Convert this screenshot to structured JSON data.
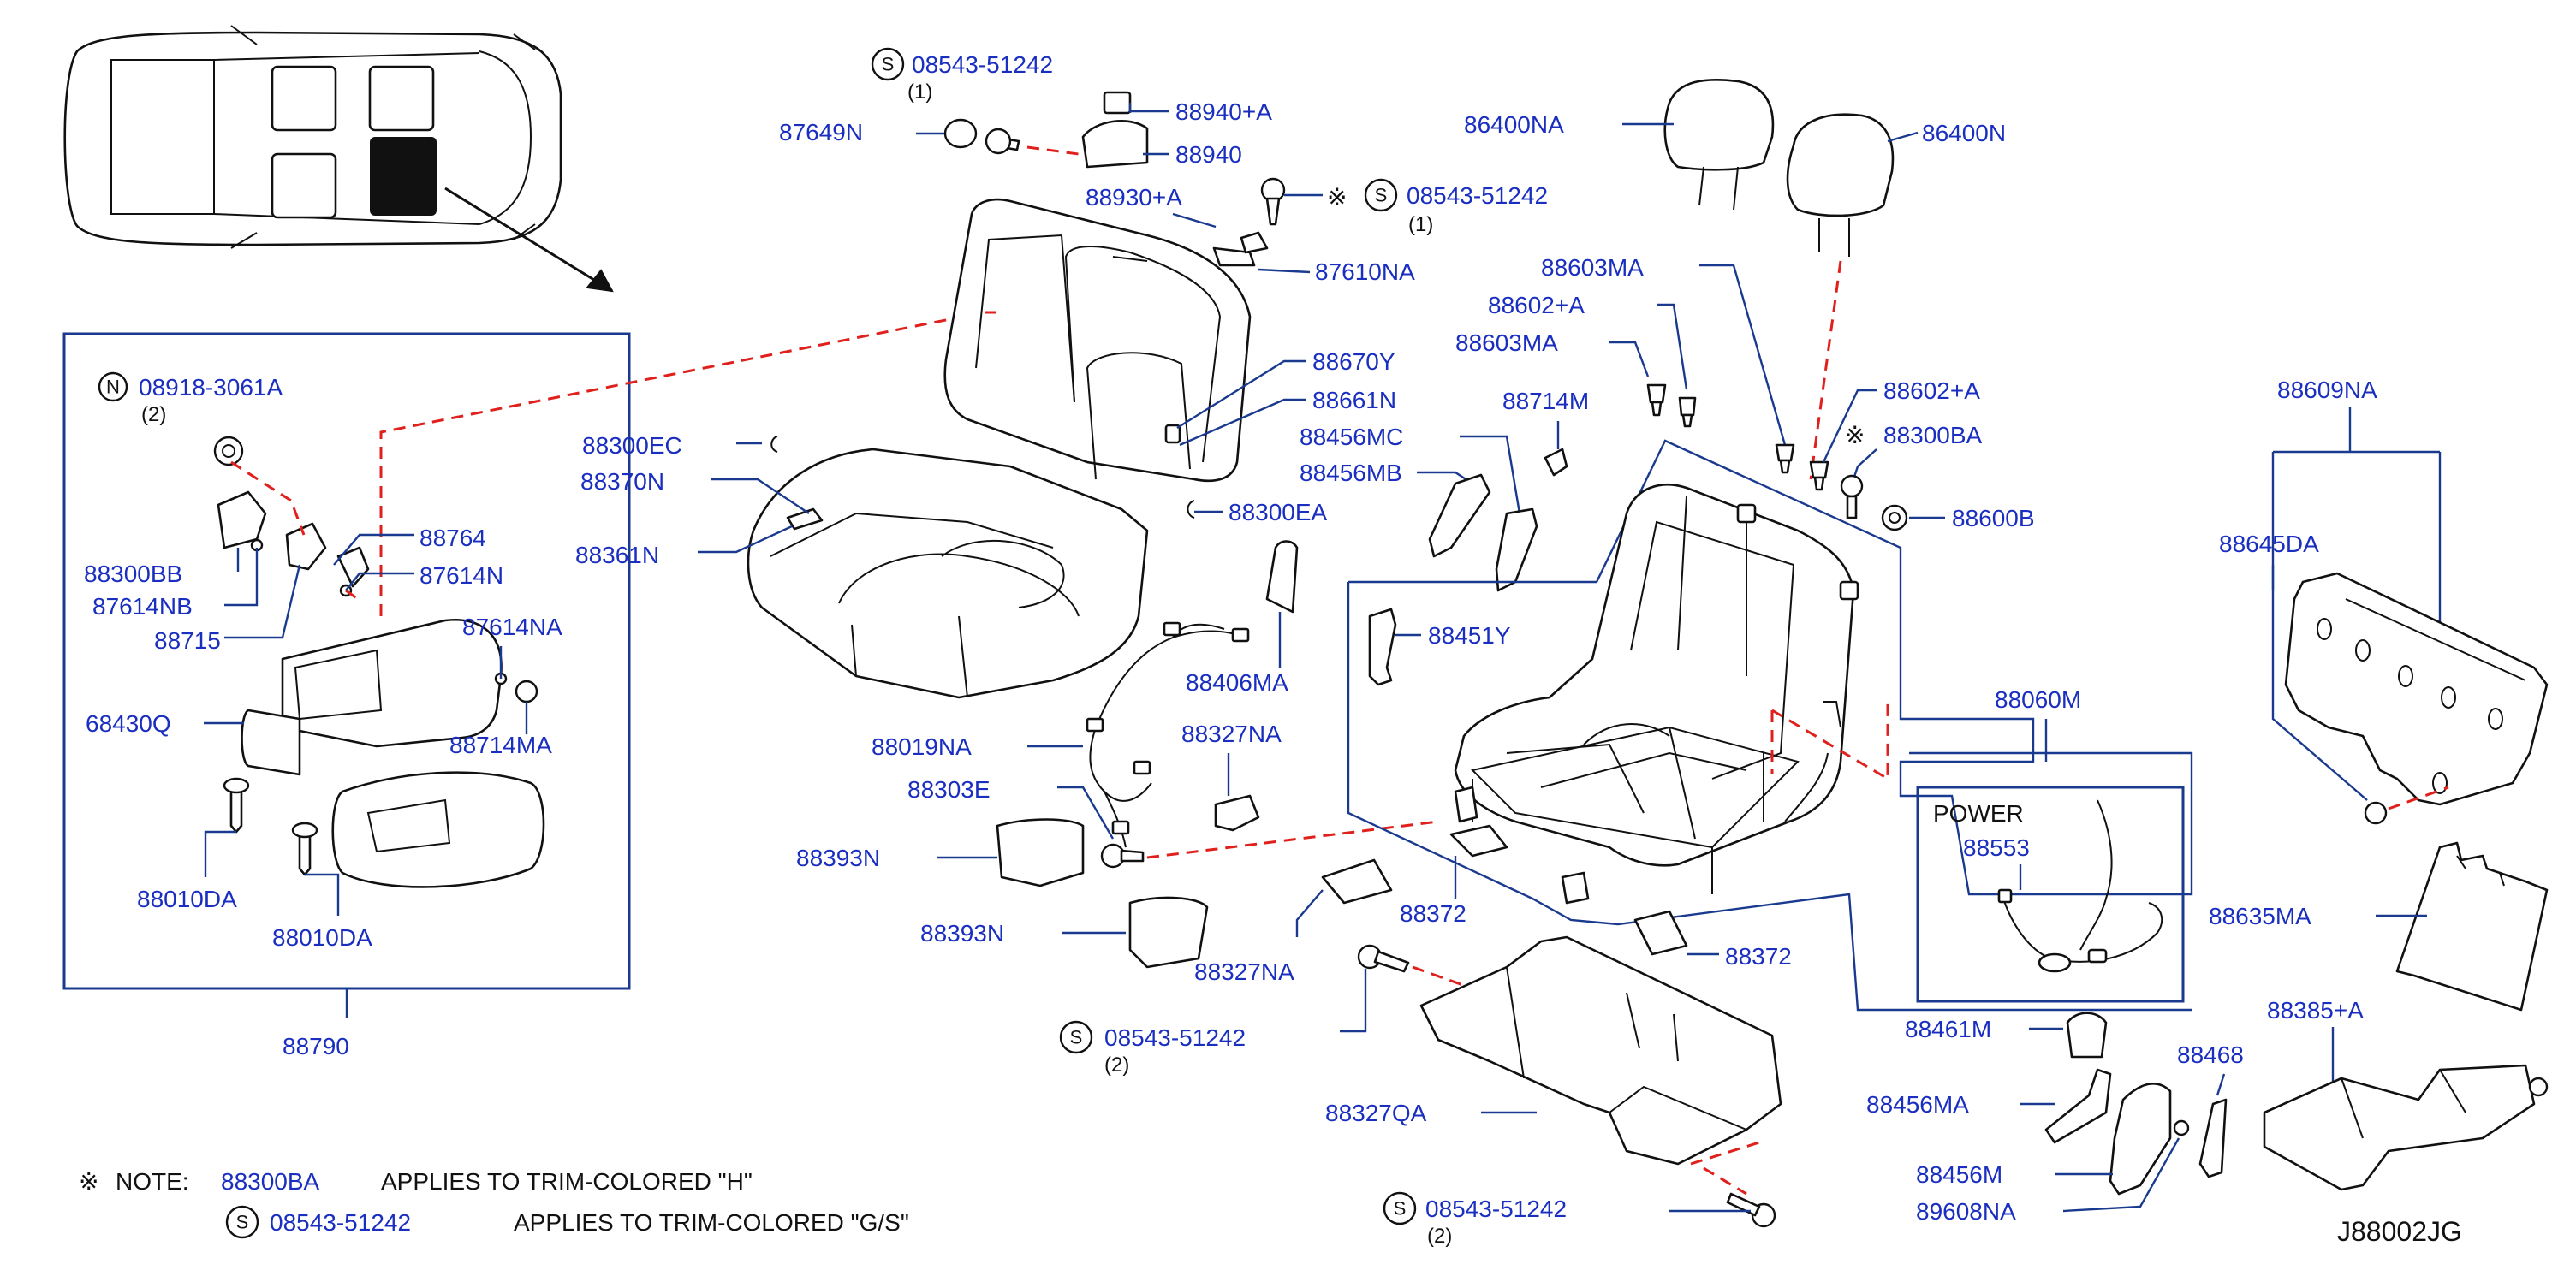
{
  "labels": {
    "l08543_top": "08543-51242",
    "l08543_top_qty": "(1)",
    "l87649N": "87649N",
    "l88940A": "88940+A",
    "l88940": "88940",
    "l88930A": "88930+A",
    "l08543_mid": "08543-51242",
    "l08543_mid_qty": "(1)",
    "l87610NA": "87610NA",
    "l86400NA": "86400NA",
    "l86400N": "86400N",
    "l88603MA_a": "88603MA",
    "l88602A_a": "88602+A",
    "l88603MA_b": "88603MA",
    "l88714M": "88714M",
    "l88602A_b": "88602+A",
    "l88300BA": "88300BA",
    "l88456MC": "88456MC",
    "l88456MB": "88456MB",
    "l88600B": "88600B",
    "l88609NA": "88609NA",
    "l88645DA": "88645DA",
    "l88670Y": "88670Y",
    "l88661N": "88661N",
    "l88300EC": "88300EC",
    "l88370N": "88370N",
    "l88361N": "88361N",
    "l88300EA": "88300EA",
    "l08918": "08918-3061A",
    "l08918_qty": "(2)",
    "l88300BB": "88300BB",
    "l87614NB": "87614NB",
    "l88715": "88715",
    "l88764": "88764",
    "l87614N": "87614N",
    "l87614NA": "87614NA",
    "l88714MA": "88714MA",
    "l68430Q": "68430Q",
    "l88010DA_a": "88010DA",
    "l88010DA_b": "88010DA",
    "l88790": "88790",
    "l88451Y": "88451Y",
    "l88406MA": "88406MA",
    "l88019NA": "88019NA",
    "l88327NA_a": "88327NA",
    "l88303E": "88303E",
    "l88393N_a": "88393N",
    "l88393N_b": "88393N",
    "l88060M": "88060M",
    "l_power": "POWER",
    "l88553": "88553",
    "l88372_a": "88372",
    "l88372_b": "88372",
    "l88327NA_b": "88327NA",
    "l08543_bl": "08543-51242",
    "l08543_bl_qty": "(2)",
    "l88327QA": "88327QA",
    "l08543_br": "08543-51242",
    "l08543_br_qty": "(2)",
    "l88635MA": "88635MA",
    "l88461M": "88461M",
    "l88468": "88468",
    "l88456MA": "88456MA",
    "l88385A": "88385+A",
    "l88456M": "88456M",
    "l89608NA": "89608NA",
    "ref_code": "J88002JG"
  },
  "note": {
    "mark": "※",
    "title": "NOTE:",
    "line1_part": "88300BA",
    "line1_text": "APPLIES   TO   TRIM-COLORED   \"H\"",
    "line2_part": "08543-51242",
    "line2_text": "APPLIES   TO   TRIM-COLORED   \"G/S\""
  },
  "symbols": {
    "s_circle": "S",
    "n_circle": "N",
    "asterisk": "※"
  },
  "colors": {
    "label_blue": "#1a2fbf",
    "leader_blue": "#1a3a8f",
    "dash_red": "#e0201c"
  },
  "icons": [
    "car-top-view-icon",
    "seat-back-icon",
    "seat-cushion-icon",
    "headrest-icon",
    "seat-frame-icon",
    "armrest-icon",
    "bolt-icon",
    "nut-icon",
    "wire-harness-icon",
    "trim-cover-icon"
  ]
}
